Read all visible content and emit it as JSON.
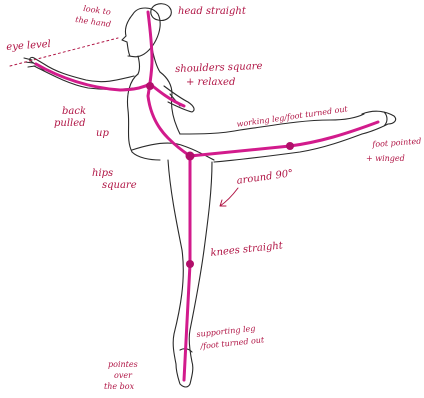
{
  "colors": {
    "line": "#d21b8c",
    "joint": "#b10f6a",
    "outline": "#2a2a2a",
    "text": "#b01545"
  },
  "annotations": {
    "eye_level": "eye level",
    "look_to_hand_1": "look to",
    "look_to_hand_2": "the hand",
    "head_straight": "head straight",
    "shoulders_1": "shoulders square",
    "shoulders_2": "+ relaxed",
    "back_1": "back",
    "back_2": "pulled",
    "back_3": "up",
    "working_leg": "working leg/foot turned out",
    "foot_pointed_1": "foot pointed",
    "foot_pointed_2": "+ winged",
    "hips_1": "hips",
    "hips_2": "square",
    "around_90": "around 90°",
    "knees_straight": "knees straight",
    "supporting_1": "supporting leg",
    "supporting_2": "/foot turned out",
    "pointes_1": "pointes",
    "pointes_2": "over",
    "pointes_3": "the box"
  }
}
